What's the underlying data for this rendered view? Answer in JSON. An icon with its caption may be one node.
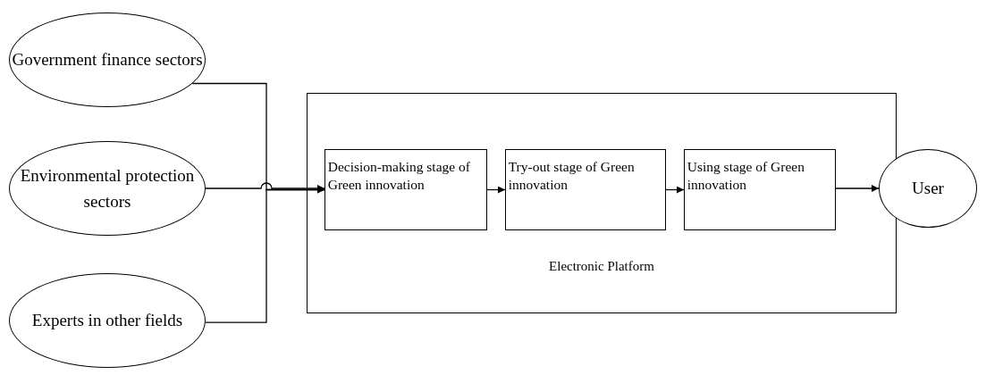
{
  "diagram": {
    "nodes": [
      {
        "text": [
          "Government finance sectors"
        ]
      },
      {
        "text": [
          "Environmental protection sectors"
        ]
      },
      {
        "text": [
          "Experts in other fields"
        ]
      },
      {
        "text": [
          "Electronic Platform"
        ]
      },
      {
        "text": [
          "Decision-making stage of Green innovation"
        ],
        "in": 3
      },
      {
        "text": [
          "Try-out stage of Green innovation"
        ],
        "in": 3
      },
      {
        "text": [
          "Using stage of Green innovation"
        ],
        "in": 3
      },
      {
        "text": [
          "User"
        ]
      }
    ],
    "edges": [
      {
        "from": 0,
        "to": 4,
        "arrow": "to"
      },
      {
        "from": 1,
        "to": 4,
        "arrow": "to"
      },
      {
        "from": 2,
        "to": 4,
        "arrow": "to"
      },
      {
        "from": 4,
        "to": 5,
        "arrow": "to"
      },
      {
        "from": 5,
        "to": 6,
        "arrow": "to"
      },
      {
        "from": 6,
        "to": 7,
        "arrow": "to"
      }
    ]
  }
}
